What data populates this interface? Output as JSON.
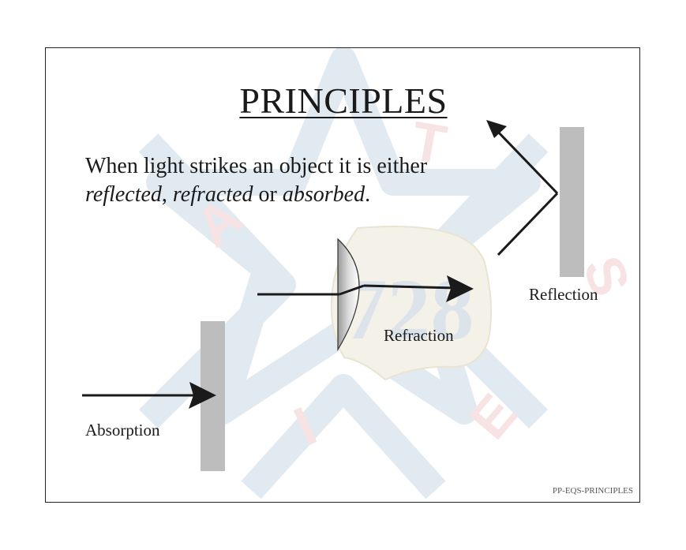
{
  "title": "PRINCIPLES",
  "intro": {
    "line1": "When light strikes an object it is either",
    "reflected": "reflected",
    "sep1": ", ",
    "refracted": "refracted",
    "sep2": " or ",
    "absorbed": "absorbed",
    "end": "."
  },
  "labels": {
    "reflection": "Reflection",
    "refraction": "Refraction",
    "absorption": "Absorption"
  },
  "watermark": {
    "number": "728",
    "letters": [
      "I",
      "A",
      "T",
      "S",
      "E"
    ]
  },
  "footer": "PP-EQS-PRINCIPLES",
  "colors": {
    "ink": "#1a1a1a",
    "surface": "#bdbdbd",
    "watermark_blue": "#dfe8ef",
    "watermark_red": "#f6e2e2",
    "watermark_shield": "#f3f1e7"
  }
}
